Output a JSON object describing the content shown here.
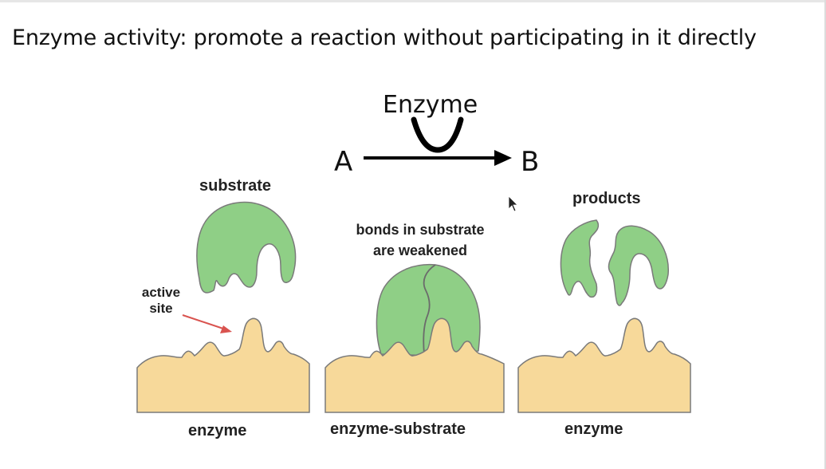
{
  "slide": {
    "title": "Enzyme activity: promote a reaction without participating in it directly"
  },
  "reaction": {
    "catalyst": "Enzyme",
    "reactant": "A",
    "product": "B"
  },
  "labels": {
    "substrate": "substrate",
    "products": "products",
    "bonds_line1": "bonds in substrate",
    "bonds_line2": "are weakened",
    "active_line1": "active",
    "active_line2": "site",
    "enzyme_left": "enzyme",
    "enzyme_substrate": "enzyme-substrate",
    "enzyme_right": "enzyme"
  },
  "colors": {
    "enzyme_fill": "#f7d99a",
    "substrate_fill": "#8fcf86",
    "arrow_red": "#d9534f"
  }
}
